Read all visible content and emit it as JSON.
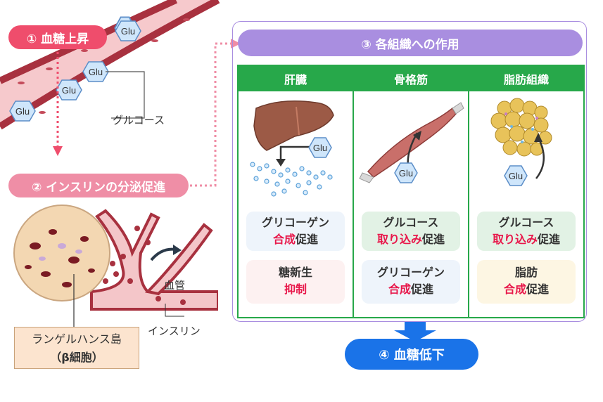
{
  "steps": {
    "step1": "① 血糖上昇",
    "step2": "② インスリンの分泌促進",
    "step3": "③ 各組織への作用",
    "step4": "④ 血糖低下"
  },
  "labels": {
    "glucose": "グルコース",
    "blood_vessel": "血管",
    "insulin": "インスリン",
    "islet_line1": "ランゲルハンス島",
    "islet_line2": "（β細胞）",
    "glu": "Glu"
  },
  "organs": [
    {
      "name": "肝臓",
      "effects": [
        {
          "plain": "グリコーゲン",
          "highlight": "合成",
          "suffix": "促進",
          "bg": "#eef4fb"
        },
        {
          "plain": "糖新生",
          "highlight": "抑制",
          "suffix": "",
          "bg": "#fdf1f1"
        }
      ]
    },
    {
      "name": "骨格筋",
      "effects": [
        {
          "plain": "グルコース",
          "highlight": "取り込み",
          "suffix": "促進",
          "bg": "#e2f2e5"
        },
        {
          "plain": "グリコーゲン",
          "highlight": "合成",
          "suffix": "促進",
          "bg": "#eef4fb"
        }
      ]
    },
    {
      "name": "脂肪組織",
      "effects": [
        {
          "plain": "グルコース",
          "highlight": "取り込み",
          "suffix": "促進",
          "bg": "#e2f2e5"
        },
        {
          "plain": "脂肪",
          "highlight": "合成",
          "suffix": "促進",
          "bg": "#fdf6e3"
        }
      ]
    }
  ],
  "colors": {
    "step1": "#ef4d6c",
    "step2": "#ef8ea6",
    "step3": "#a98ee0",
    "step4": "#1a73e8",
    "organ_header": "#27a84a",
    "highlight": "#e8174a"
  }
}
